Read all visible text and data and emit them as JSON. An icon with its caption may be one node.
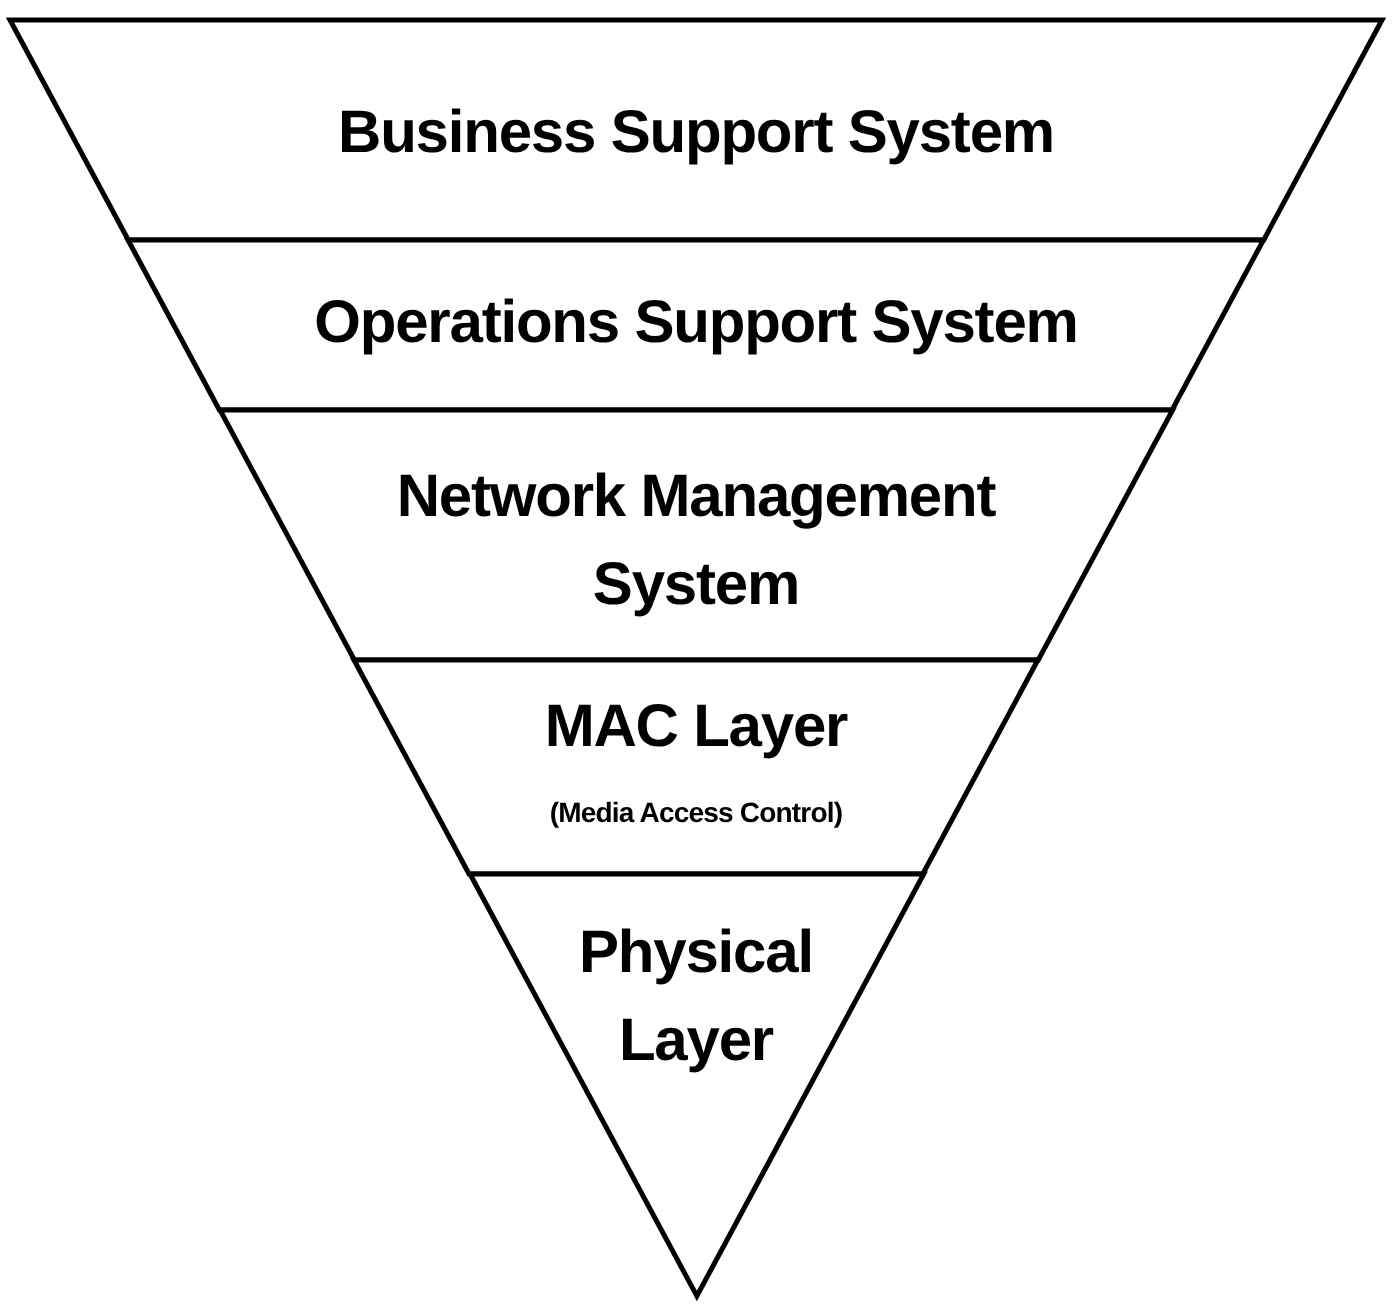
{
  "diagram": {
    "nodes": [
      {
        "text": [
          "Business Support System"
        ]
      },
      {
        "text": [
          "Operations Support System"
        ]
      },
      {
        "text": [
          "Network Management System"
        ]
      },
      {
        "text": [
          "MAC Layer",
          "(Media Access Control)"
        ]
      },
      {
        "text": [
          "Physical Layer"
        ]
      }
    ]
  }
}
